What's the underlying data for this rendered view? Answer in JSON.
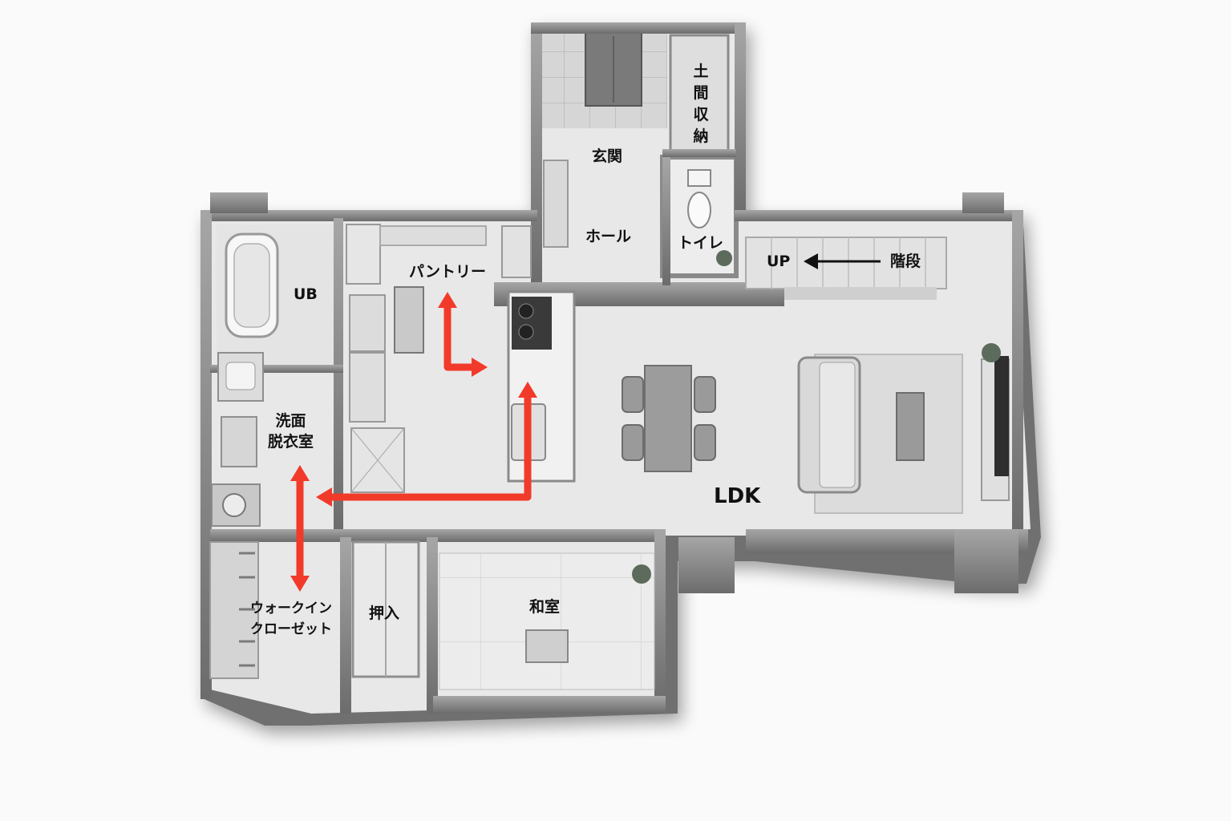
{
  "rooms": {
    "genkan_storage": [
      "土",
      "間",
      "収",
      "納"
    ],
    "genkan": "玄関",
    "hall": "ホール",
    "toilet": "トイレ",
    "stairs": "階段",
    "up": "UP",
    "pantry": "パントリー",
    "ub": "UB",
    "washroom_line1": "洗面",
    "washroom_line2": "脱衣室",
    "ldk": "LDK",
    "wic_line1": "ウォークイン",
    "wic_line2": "クローゼット",
    "oshiire": "押入",
    "washitsu": "和室"
  },
  "colors": {
    "wall": "#8c8c8c",
    "wall_dark": "#5a5a5a",
    "floor": "#e9e9e9",
    "arrow_red": "#f23a2a",
    "arrow_black": "#111111"
  }
}
